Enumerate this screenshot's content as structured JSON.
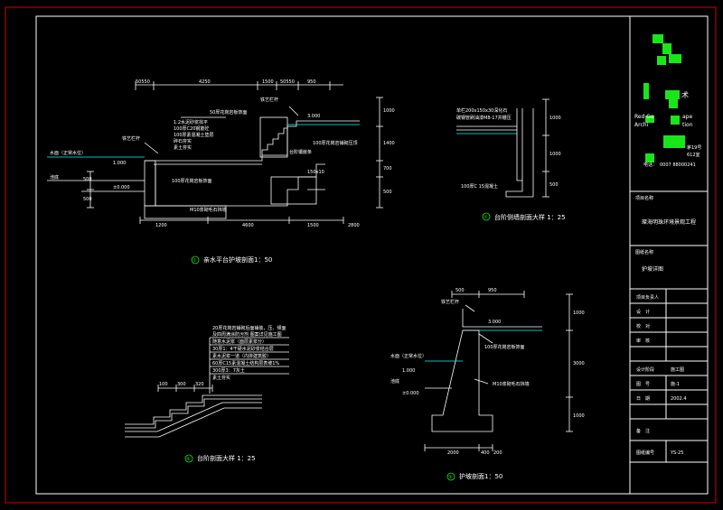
{
  "colors": {
    "bg": "#000000",
    "frame": "#d40000",
    "line": "#ffffff",
    "accent_green": "#19e619",
    "cyan": "#00ffff",
    "yellow": "#ffff00",
    "magenta": "#ff00ff"
  },
  "titleblock": {
    "company_suffix_1": "术",
    "company_en_1": "Red Ge",
    "company_en_1b": "ape",
    "company_en_2": "Archi",
    "company_en_2b": "tion",
    "contact_1": "茅19号",
    "contact_2": "612室",
    "phone": "电话：",
    "phone_num": "0007 88000241",
    "project_name_label": "项目名称",
    "project_name": "璨海明珠环境景观工程",
    "drawing_name_label": "图纸名称",
    "drawing_name": "护坡详图",
    "rows": [
      {
        "label": "项目负责人",
        "value": ""
      },
      {
        "label": "设　计",
        "value": ""
      },
      {
        "label": "校　对",
        "value": ""
      },
      {
        "label": "审　核",
        "value": ""
      }
    ],
    "info_rows": [
      {
        "label": "设计阶段",
        "value": "施工图"
      },
      {
        "label": "图　号",
        "value": "施-1"
      },
      {
        "label": "日　期",
        "value": "2002.4"
      }
    ],
    "bottom_rows": [
      {
        "label": "备　注",
        "value": ""
      },
      {
        "label": "图纸编号",
        "value": "YS-25"
      }
    ]
  },
  "drawing1": {
    "title_num": "①",
    "title": "亲水平台护坡剖面1：50",
    "dims_top": [
      "50550",
      "4250",
      "1500",
      "50550",
      "950"
    ],
    "dims_bottom": [
      "1200",
      "4600",
      "1500",
      "2800"
    ],
    "dims_right": [
      "1000",
      "1400",
      "700",
      "500"
    ],
    "dims_left": [
      "500",
      "500"
    ],
    "elev_1": "3.000",
    "elev_2": "1.000",
    "elev_3": "±0.000",
    "notes": [
      "铁艺栏杆",
      "50厚花岗岩板饰面",
      "1:2水泥砂浆找平",
      "100厚C20钢筋砼",
      "100厚素混凝土垫层",
      "碎石夯实",
      "素土夯实",
      "台阶镶嵌条",
      "100厚花岗岩板饰面",
      "M10浆砌毛石挡墙",
      "水面（正常水位）",
      "池底",
      "100厚花岗岩铺砌压顶",
      "铁艺栏杆",
      "150x10"
    ]
  },
  "drawing2": {
    "title_num": "②",
    "title": "台阶侧墙剖面大样 1：25",
    "notes": [
      "单栏200x150x30深化石",
      "碳钢管刷油漆M8-17井栅压",
      "100厚C 15混凝土"
    ],
    "dims_right": [
      "1000",
      "1000",
      "500"
    ]
  },
  "drawing3": {
    "title_num": "③",
    "title": "护坡剖面1：50",
    "dims_top": [
      "500",
      "950"
    ],
    "dims_bottom": [
      "2000",
      "400",
      "200"
    ],
    "dims_right": [
      "1000",
      "3000",
      "1000"
    ],
    "elev_1": "3.000",
    "elev_2": "1.000",
    "elev_3": "±0.000",
    "notes": [
      "铁艺栏杆",
      "100厚花岗岩板饰面",
      "水面（正常水位）",
      "池底",
      "M10浆砌毛石挡墙"
    ]
  },
  "drawing4": {
    "title_num": "④",
    "title": "台阶剖面大样 1：25",
    "dims_top": [
      "100",
      "300",
      "320"
    ],
    "notes": [
      "20厚花岗岩铺砌后面铺装，压、倾面",
      "及四周满涂防污剂 图案详见施工图",
      "随意水泥浆（面层素浆分）",
      "30厚1：4干硬水泥砂浆结合层",
      "素水泥浆一道（内掺建筑胶）",
      "60厚C15素混凝土结构层表坡1%",
      "300厚3：7灰土",
      "素土夯实"
    ]
  }
}
